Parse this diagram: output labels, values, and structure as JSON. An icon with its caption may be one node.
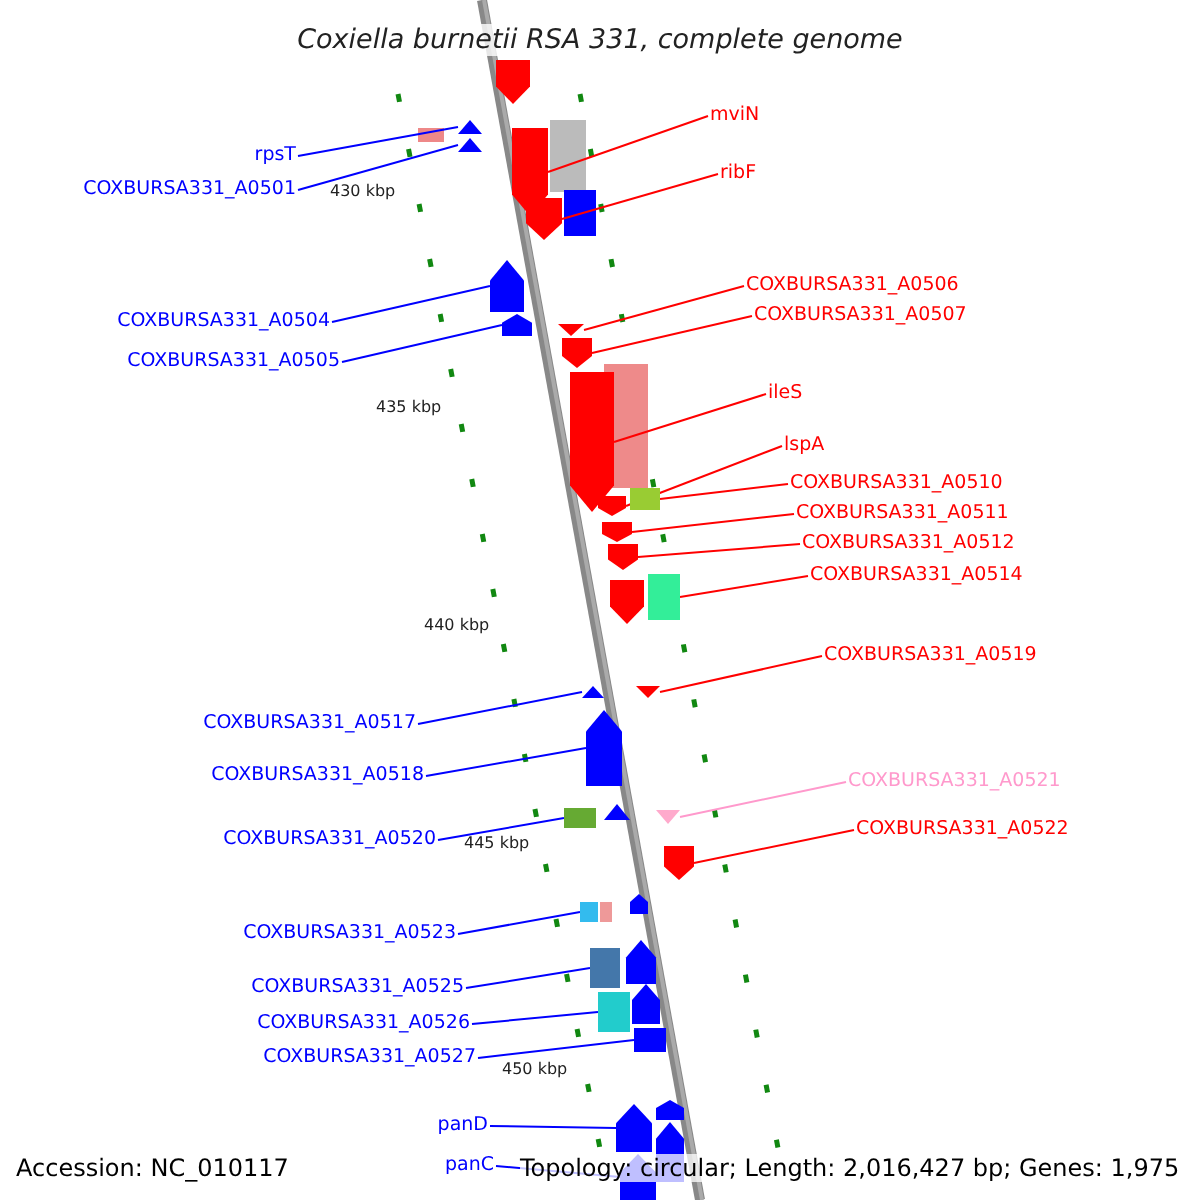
{
  "diagram": {
    "title": "Coxiella burnetii RSA 331, complete genome",
    "nodes": [
      {
        "text": [
          "rpsT"
        ]
      },
      {
        "text": [],
        "shape": "box"
      },
      {
        "text": [
          "COXBURSA331_A0501"
        ]
      },
      {
        "text": [],
        "shape": "box"
      },
      {
        "text": [
          "mviN"
        ]
      },
      {
        "text": [],
        "shape": "box"
      },
      {
        "text": [
          "ribF"
        ]
      },
      {
        "text": [],
        "shape": "box"
      },
      {
        "text": [
          "COXBURSA331_A0504"
        ]
      },
      {
        "text": [],
        "shape": "box"
      },
      {
        "text": [
          "COXBURSA331_A0505"
        ]
      },
      {
        "text": [],
        "shape": "box"
      },
      {
        "text": [
          "COXBURSA331_A0506"
        ]
      },
      {
        "text": [],
        "shape": "box"
      },
      {
        "text": [
          "COXBURSA331_A0507"
        ]
      },
      {
        "text": [],
        "shape": "box"
      },
      {
        "text": [
          "ileS"
        ]
      },
      {
        "text": [],
        "shape": "box"
      },
      {
        "text": [
          "lspA"
        ]
      },
      {
        "text": [],
        "shape": "box"
      },
      {
        "text": [
          "COXBURSA331_A0510"
        ]
      },
      {
        "text": [],
        "shape": "box"
      },
      {
        "text": [
          "COXBURSA331_A0511"
        ]
      },
      {
        "text": [],
        "shape": "box"
      },
      {
        "text": [
          "COXBURSA331_A0512"
        ]
      },
      {
        "text": [],
        "shape": "box"
      },
      {
        "text": [
          "COXBURSA331_A0514"
        ]
      },
      {
        "text": [],
        "shape": "box"
      },
      {
        "text": [
          "COXBURSA331_A0519"
        ]
      },
      {
        "text": [],
        "shape": "box"
      },
      {
        "text": [
          "COXBURSA331_A0517"
        ]
      },
      {
        "text": [],
        "shape": "box"
      },
      {
        "text": [
          "COXBURSA331_A0518"
        ]
      },
      {
        "text": [],
        "shape": "box"
      },
      {
        "text": [
          "COXBURSA331_A0521"
        ]
      },
      {
        "text": [],
        "shape": "box"
      },
      {
        "text": [
          "COXBURSA331_A0520"
        ]
      },
      {
        "text": [],
        "shape": "box"
      },
      {
        "text": [
          "COXBURSA331_A0522"
        ]
      },
      {
        "text": [],
        "shape": "box"
      },
      {
        "text": [
          "COXBURSA331_A0523"
        ]
      },
      {
        "text": [],
        "shape": "box"
      },
      {
        "text": [
          "COXBURSA331_A0525"
        ]
      },
      {
        "text": [],
        "shape": "box"
      },
      {
        "text": [
          "COXBURSA331_A0526"
        ]
      },
      {
        "text": [],
        "shape": "box"
      },
      {
        "text": [
          "COXBURSA331_A0527"
        ]
      },
      {
        "text": [],
        "shape": "box"
      },
      {
        "text": [
          "panD"
        ]
      },
      {
        "text": [],
        "shape": "box"
      },
      {
        "text": [
          "panC"
        ]
      },
      {
        "text": [],
        "shape": "box"
      }
    ],
    "edges": [
      {
        "from": 0,
        "to": 1,
        "arrow": "none"
      },
      {
        "from": 2,
        "to": 3,
        "arrow": "none"
      },
      {
        "from": 4,
        "to": 5,
        "arrow": "none",
        "color": "#ff0000"
      },
      {
        "from": 6,
        "to": 7,
        "arrow": "none",
        "color": "#ff0000"
      },
      {
        "from": 8,
        "to": 9,
        "arrow": "none"
      },
      {
        "from": 10,
        "to": 11,
        "arrow": "none"
      },
      {
        "from": 12,
        "to": 13,
        "arrow": "none",
        "color": "#ff0000"
      },
      {
        "from": 14,
        "to": 15,
        "arrow": "none",
        "color": "#ff0000"
      },
      {
        "from": 16,
        "to": 17,
        "arrow": "none",
        "color": "#ff0000"
      },
      {
        "from": 18,
        "to": 19,
        "arrow": "none",
        "color": "#ff0000"
      },
      {
        "from": 20,
        "to": 21,
        "arrow": "none",
        "color": "#ff0000"
      },
      {
        "from": 22,
        "to": 23,
        "arrow": "none",
        "color": "#ff0000"
      },
      {
        "from": 24,
        "to": 25,
        "arrow": "none",
        "color": "#ff0000"
      },
      {
        "from": 26,
        "to": 27,
        "arrow": "none",
        "color": "#ff0000"
      },
      {
        "from": 28,
        "to": 29,
        "arrow": "none",
        "color": "#ff0000"
      },
      {
        "from": 30,
        "to": 31,
        "arrow": "none"
      },
      {
        "from": 32,
        "to": 33,
        "arrow": "none"
      },
      {
        "from": 34,
        "to": 35,
        "arrow": "none",
        "color": "#ff99cc"
      },
      {
        "from": 36,
        "to": 37,
        "arrow": "none"
      },
      {
        "from": 38,
        "to": 39,
        "arrow": "none",
        "color": "#ff0000"
      },
      {
        "from": 40,
        "to": 41,
        "arrow": "none"
      },
      {
        "from": 42,
        "to": 43,
        "arrow": "none"
      },
      {
        "from": 44,
        "to": 45,
        "arrow": "none"
      },
      {
        "from": 46,
        "to": 47,
        "arrow": "none"
      },
      {
        "from": 48,
        "to": 49,
        "arrow": "none"
      },
      {
        "from": 50,
        "to": 51,
        "arrow": "none"
      }
    ],
    "labels": [
      "430 kbp",
      "435 kbp",
      "440 kbp",
      "445 kbp",
      "450 kbp",
      "Accession: NC_010117",
      "Topology: circular; Length: 2,016,427 bp; Genes: 1,975"
    ]
  }
}
